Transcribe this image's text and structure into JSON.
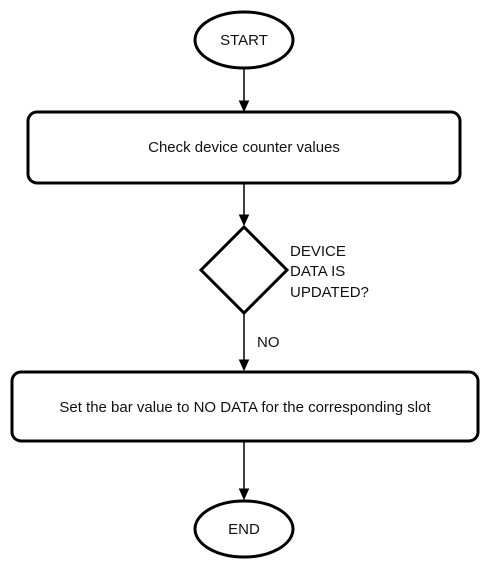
{
  "diagram": {
    "start": {
      "label": "START"
    },
    "check": {
      "label": "Check device counter values"
    },
    "decision": {
      "line1": "DEVICE",
      "line2": "DATA IS",
      "line3": "UPDATED?"
    },
    "no_branch": {
      "label": "NO"
    },
    "set_bar": {
      "label": "Set the bar value to NO DATA for the corresponding slot"
    },
    "end": {
      "label": "END"
    }
  }
}
